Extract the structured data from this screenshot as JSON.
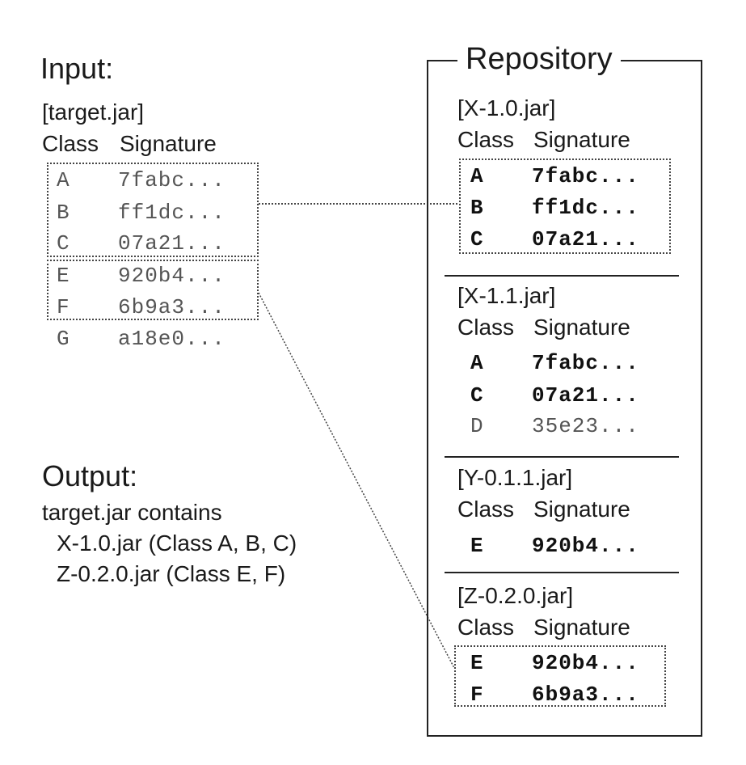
{
  "input": {
    "heading": "Input:",
    "jar": "[target.jar]",
    "col_class": "Class",
    "col_signature": "Signature",
    "rows": [
      {
        "cls": "A",
        "sig": "7fabc..."
      },
      {
        "cls": "B",
        "sig": "ff1dc..."
      },
      {
        "cls": "C",
        "sig": "07a21..."
      },
      {
        "cls": "E",
        "sig": "920b4..."
      },
      {
        "cls": "F",
        "sig": "6b9a3..."
      },
      {
        "cls": "G",
        "sig": "a18e0..."
      }
    ]
  },
  "output": {
    "heading": "Output:",
    "line1": "target.jar contains",
    "line2": "X-1.0.jar (Class A, B, C)",
    "line3": "Z-0.2.0.jar (Class E, F)"
  },
  "repository": {
    "title": "Repository",
    "col_class": "Class",
    "col_signature": "Signature",
    "jars": [
      {
        "name": "[X-1.0.jar]",
        "rows": [
          {
            "cls": "A",
            "sig": "7fabc..."
          },
          {
            "cls": "B",
            "sig": "ff1dc..."
          },
          {
            "cls": "C",
            "sig": "07a21..."
          }
        ]
      },
      {
        "name": "[X-1.1.jar]",
        "rows": [
          {
            "cls": "A",
            "sig": "7fabc..."
          },
          {
            "cls": "C",
            "sig": "07a21..."
          },
          {
            "cls": "D",
            "sig": "35e23..."
          }
        ]
      },
      {
        "name": "[Y-0.1.1.jar]",
        "rows": [
          {
            "cls": "E",
            "sig": "920b4..."
          }
        ]
      },
      {
        "name": "[Z-0.2.0.jar]",
        "rows": [
          {
            "cls": "E",
            "sig": "920b4..."
          },
          {
            "cls": "F",
            "sig": "6b9a3..."
          }
        ]
      }
    ]
  }
}
